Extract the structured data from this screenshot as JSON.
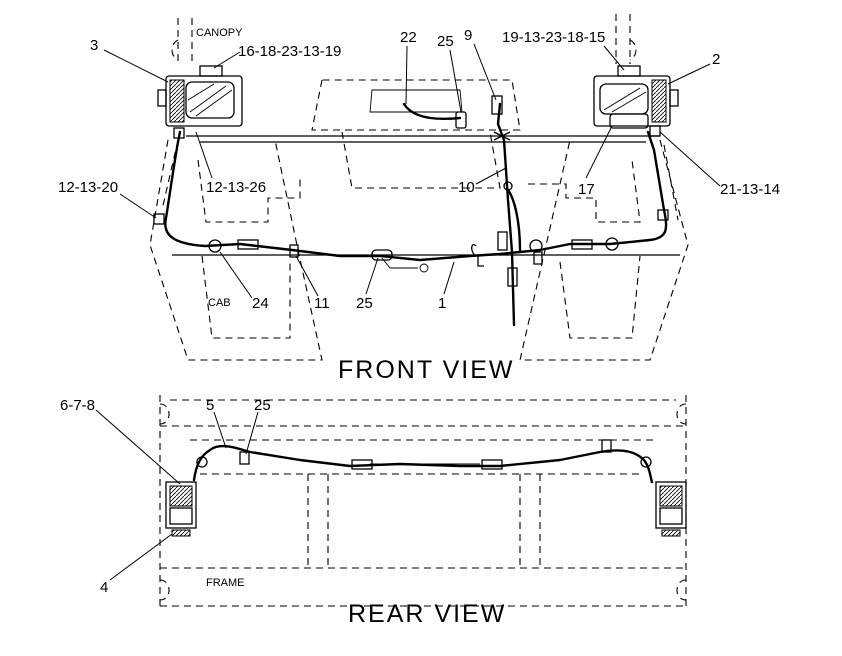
{
  "labels": {
    "canopy": "CANOPY",
    "cab": "CAB",
    "frame": "FRAME",
    "front_view": "FRONT VIEW",
    "rear_view": "REAR VIEW"
  },
  "callouts": {
    "c3": "3",
    "c16": "16-18-23-13-19",
    "c22": "22",
    "c25a": "25",
    "c9": "9",
    "c19": "19-13-23-18-15",
    "c2": "2",
    "c12a": "12-13-20",
    "c12b": "12-13-26",
    "c10": "10",
    "c17": "17",
    "c21": "21-13-14",
    "c24": "24",
    "c11": "11",
    "c25b": "25",
    "c1": "1",
    "c678": "6-7-8",
    "c5": "5",
    "c25c": "25",
    "c4": "4"
  }
}
